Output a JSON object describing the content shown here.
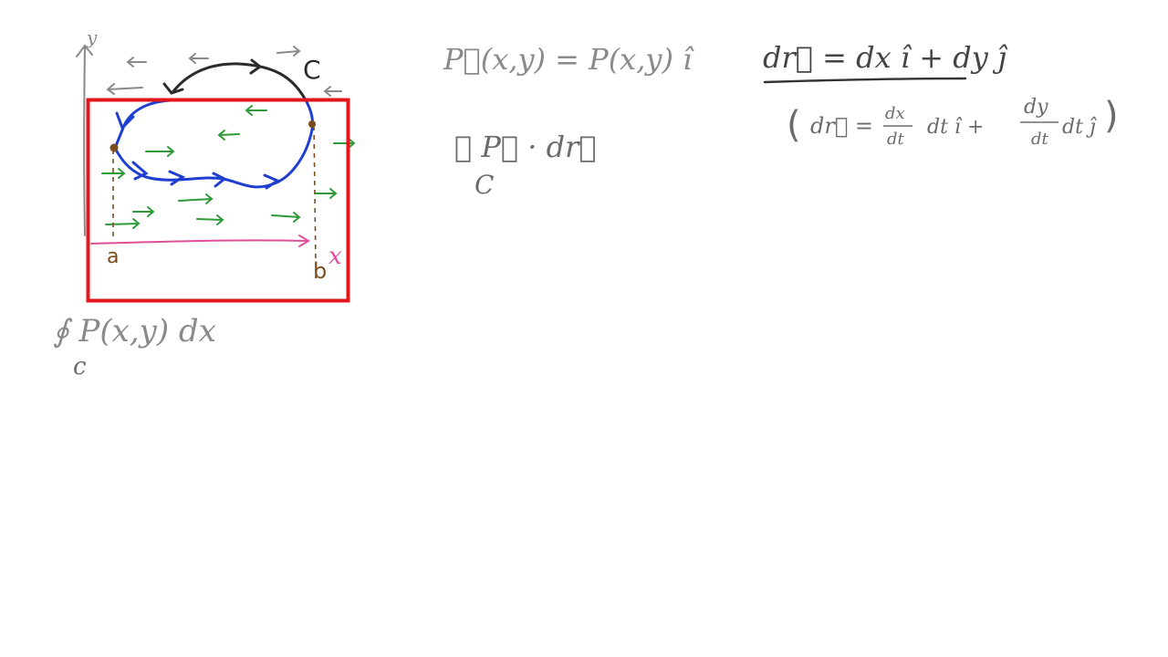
{
  "board": {
    "colors": {
      "background": "#ffffff",
      "ink_gray": "#8a8a8a",
      "ink_dark": "#2b2b2b",
      "curve_blue": "#1f3fd0",
      "field_green": "#2e9a3a",
      "axis_pink": "#e0509a",
      "marker_brown": "#7a4e1c",
      "highlight_red": "#e3161b"
    }
  },
  "sketch": {
    "axis_y_label": "y",
    "axis_x_label": "x",
    "curve_label": "C",
    "point_a_label": "a",
    "point_b_label": "b"
  },
  "equations": {
    "field_def": "P⃗(x,y) = P(x,y) î",
    "line_integral_vector": "∮ P⃗ · dr⃗",
    "line_integral_vector_sub": "C",
    "line_integral_scalar": "∮ P(x,y) dx",
    "line_integral_scalar_sub": "c",
    "dr_def": "dr⃗ = dx î + dy ĵ",
    "dr_param_open": "(",
    "dr_param_lhs": "dr⃗ =",
    "dx_num": "dx",
    "dt_den_1": "dt",
    "dt_after_1": "dt î +",
    "dy_num": "dy",
    "dt_den_2": "dt",
    "dt_after_2": "dt ĵ",
    "dr_param_close": ")"
  }
}
